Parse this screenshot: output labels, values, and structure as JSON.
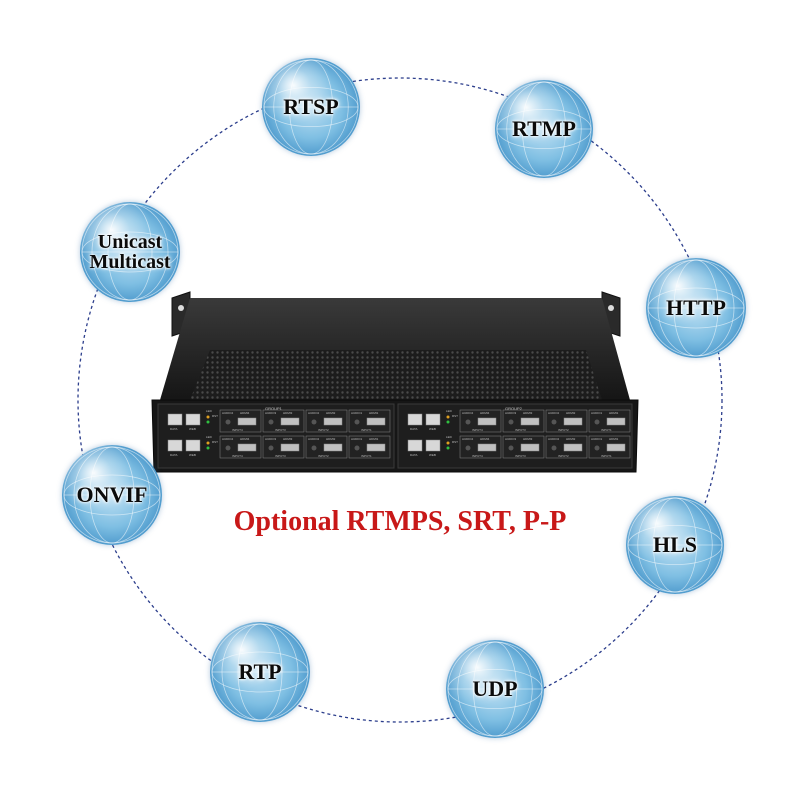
{
  "caption": "Optional RTMPS, SRT, P-P",
  "accent_color": "#c81818",
  "ring_color": "#2c3e8c",
  "globes": [
    {
      "id": "rtsp",
      "label": "RTSP"
    },
    {
      "id": "rtmp",
      "label": "RTMP"
    },
    {
      "id": "unicast",
      "label": "Unicast\nMulticast"
    },
    {
      "id": "http",
      "label": "HTTP"
    },
    {
      "id": "onvif",
      "label": "ONVIF"
    },
    {
      "id": "hls",
      "label": "HLS"
    },
    {
      "id": "rtp",
      "label": "RTP"
    },
    {
      "id": "udp",
      "label": "UDP"
    }
  ],
  "device": {
    "group_labels": [
      "GROUP1",
      "GROUP2"
    ],
    "port_labels": {
      "data": "DATA",
      "web": "WEB",
      "led": "LED",
      "rst": "RST",
      "audio": [
        "AUDIO4",
        "AUDIO3",
        "AUDIO2",
        "AUDIO1"
      ],
      "hdmi": [
        "HDMI4",
        "HDMI3",
        "HDMI2",
        "HDMI1"
      ],
      "inputs": [
        "INPUT4",
        "INPUT3",
        "INPUT2",
        "INPUT1"
      ]
    }
  }
}
